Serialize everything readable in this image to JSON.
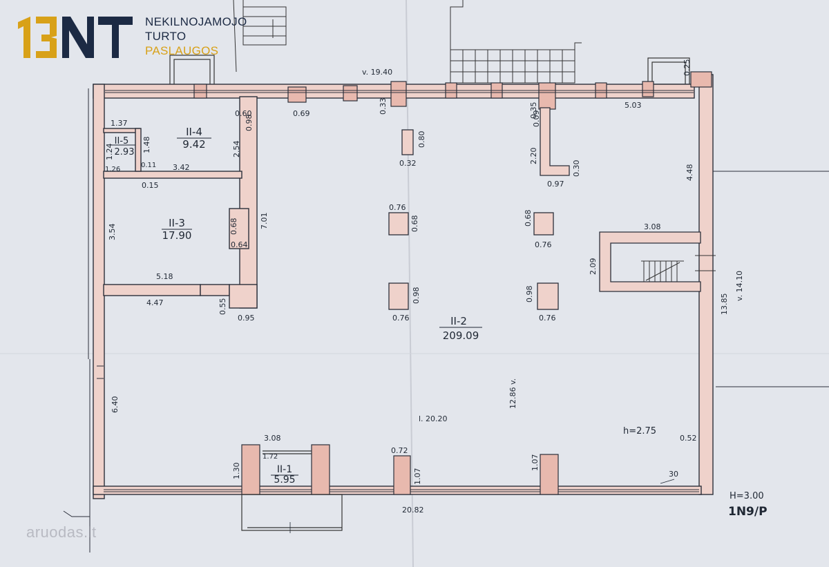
{
  "logo": {
    "mark": "13NT",
    "line1": "NEKILNOJAMOJO",
    "line2": "TURTO",
    "line3": "PASLAUGOS",
    "brand_color": "#1c2a44",
    "accent_color": "#d8a118"
  },
  "watermark": "aruodas.lt",
  "colors": {
    "wall_fill": "#efd2cb",
    "ink": "#1f2733",
    "paper": "#e3e6ec"
  },
  "rooms": [
    {
      "id": "II-1",
      "area": "5.95"
    },
    {
      "id": "II-2",
      "area": "209.09"
    },
    {
      "id": "II-3",
      "area": "17.90"
    },
    {
      "id": "II-4",
      "area": "9.42"
    },
    {
      "id": "II-5",
      "area": "2.93"
    }
  ],
  "dimensions": [
    "v. 19.40",
    "0.69",
    "0.33",
    "0.35",
    "0.09",
    "5.03",
    "0.25",
    "1.37",
    "1.48",
    "1.24",
    "1.26",
    "0.11",
    "3.42",
    "0.15",
    "0.60",
    "0.98",
    "2.54",
    "0.80",
    "0.32",
    "2.20",
    "0.30",
    "0.97",
    "4.48",
    "0.76",
    "0.68",
    "0.68",
    "0.76",
    "3.54",
    "0.68",
    "7.01",
    "0.64",
    "3.08",
    "2.09",
    "5.18",
    "4.47",
    "0.55",
    "0.95",
    "0.98",
    "0.76",
    "0.98",
    "0.76",
    "13.85",
    "v. 14.10",
    "12.86 v.",
    "l. 20.20",
    "6.40",
    "3.08",
    "1.72",
    "1.30",
    "0.72",
    "1.07",
    "1.07",
    "0.52",
    "30",
    "20.82"
  ],
  "notes": {
    "room_height": "h=2.75",
    "building_height": "H=3.00",
    "corner_note": "1N9/P"
  }
}
